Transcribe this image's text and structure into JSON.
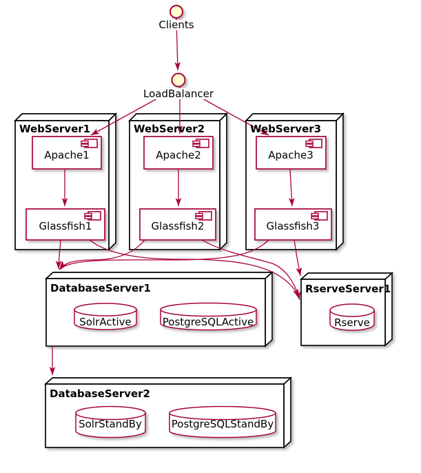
{
  "diagram_type": "uml-deployment-diagram",
  "colors": {
    "accent": "#A80036",
    "node_border": "#000000",
    "node_fill": "#FFFFFF",
    "component_fill": "#FFFFFF",
    "interface_fill": "#FEFECE",
    "text": "#000000"
  },
  "interfaces": {
    "clients": {
      "label": "Clients"
    },
    "load_balancer": {
      "label": "LoadBalancer"
    }
  },
  "nodes": {
    "web_server_1": {
      "label": "WebServer1",
      "components": {
        "apache": {
          "label": "Apache1"
        },
        "glassfish": {
          "label": "Glassfish1"
        }
      }
    },
    "web_server_2": {
      "label": "WebServer2",
      "components": {
        "apache": {
          "label": "Apache2"
        },
        "glassfish": {
          "label": "Glassfish2"
        }
      }
    },
    "web_server_3": {
      "label": "WebServer3",
      "components": {
        "apache": {
          "label": "Apache3"
        },
        "glassfish": {
          "label": "Glassfish3"
        }
      }
    },
    "database_server_1": {
      "label": "DatabaseServer1",
      "databases": {
        "solr": {
          "label": "SolrActive"
        },
        "postgres": {
          "label": "PostgreSQLActive"
        }
      }
    },
    "rserve_server_1": {
      "label": "RserveServer1",
      "databases": {
        "rserve": {
          "label": "Rserve"
        }
      }
    },
    "database_server_2": {
      "label": "DatabaseServer2",
      "databases": {
        "solr": {
          "label": "SolrStandBy"
        },
        "postgres": {
          "label": "PostgreSQLStandBy"
        }
      }
    }
  },
  "edges": [
    {
      "from": "Clients",
      "to": "LoadBalancer"
    },
    {
      "from": "LoadBalancer",
      "to": "Apache1"
    },
    {
      "from": "LoadBalancer",
      "to": "Apache2"
    },
    {
      "from": "LoadBalancer",
      "to": "Apache3"
    },
    {
      "from": "Apache1",
      "to": "Glassfish1"
    },
    {
      "from": "Apache2",
      "to": "Glassfish2"
    },
    {
      "from": "Apache3",
      "to": "Glassfish3"
    },
    {
      "from": "Glassfish1",
      "to": "DatabaseServer1"
    },
    {
      "from": "Glassfish2",
      "to": "DatabaseServer1"
    },
    {
      "from": "Glassfish3",
      "to": "DatabaseServer1"
    },
    {
      "from": "Glassfish1",
      "to": "RserveServer1"
    },
    {
      "from": "Glassfish2",
      "to": "RserveServer1"
    },
    {
      "from": "Glassfish3",
      "to": "RserveServer1"
    },
    {
      "from": "DatabaseServer1",
      "to": "DatabaseServer2"
    }
  ]
}
